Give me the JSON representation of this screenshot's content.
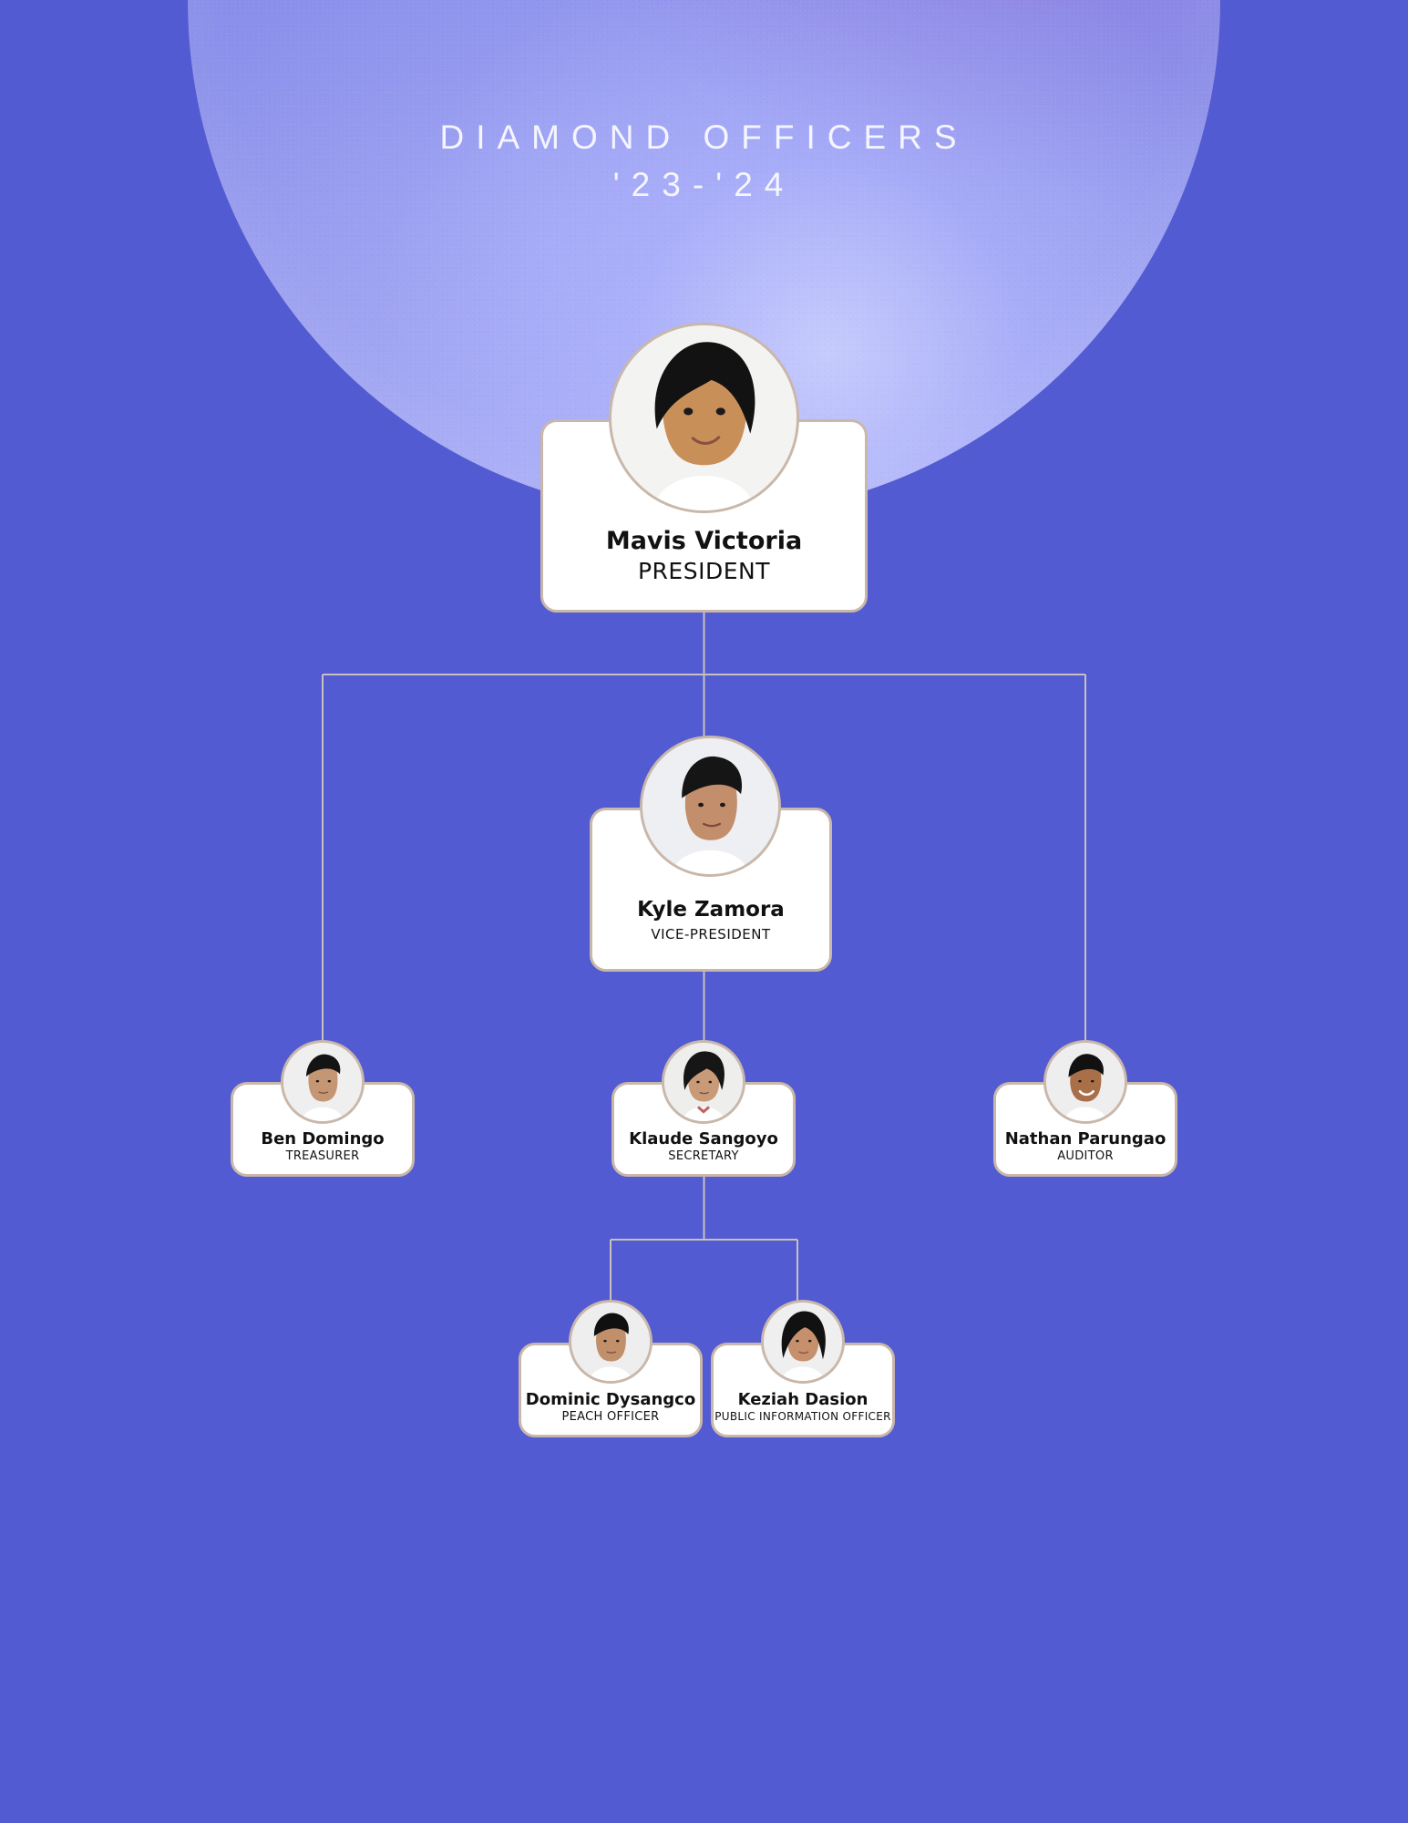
{
  "page": {
    "title": "DIAMOND OFFICERS",
    "years": "'23-'24"
  },
  "officers": {
    "president": {
      "name": "Mavis Victoria",
      "role": "PRESIDENT"
    },
    "vice_president": {
      "name": "Kyle Zamora",
      "role": "VICE-PRESIDENT"
    },
    "treasurer": {
      "name": "Ben Domingo",
      "role": "TREASURER"
    },
    "secretary": {
      "name": "Klaude Sangoyo",
      "role": "SECRETARY"
    },
    "auditor": {
      "name": "Nathan Parungao",
      "role": "AUDITOR"
    },
    "peach_officer": {
      "name": "Dominic Dysangco",
      "role": "PEACH OFFICER"
    },
    "public_information_officer": {
      "name": "Keziah Dasion",
      "role": "PUBLIC INFORMATION OFFICER"
    }
  },
  "colors": {
    "background": "#525bd1",
    "card": "#ffffff",
    "card_border": "#c9b7aa",
    "connector": "#c8c0bd",
    "text": "#111111",
    "header_text": "#f5f5ff"
  }
}
